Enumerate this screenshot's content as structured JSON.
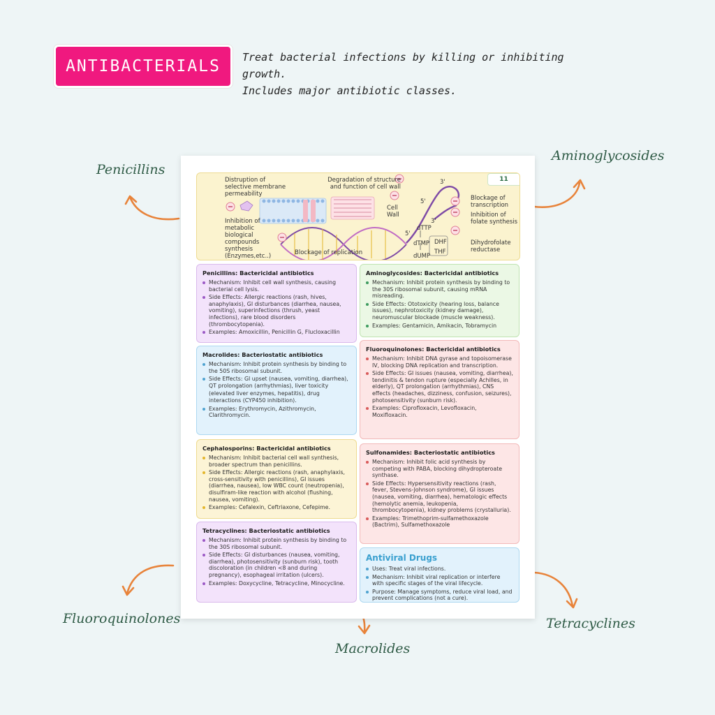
{
  "header": {
    "badge": "ANTIBACTERIALS",
    "tagline_line1": "Treat bacterial infections by killing or inhibiting growth.",
    "tagline_line2": "Includes major antibiotic classes."
  },
  "callouts": {
    "penicillins": "Penicillins",
    "aminoglycosides": "Aminoglycosides",
    "fluoroquinolones": "Fluoroquinolones",
    "macrolides": "Macrolides",
    "tetracyclines": "Tetracyclines"
  },
  "figure": {
    "page_number": "11",
    "labels": {
      "membrane": "Distruption of selective membrane permeability",
      "cell_wall_deg": "Degradation of structure and function of cell wall",
      "metabolic": "Inhibition of metabolic biological compounds synthesis (Enzymes,etc..)",
      "cell_wall": "Cell Wall",
      "transcription": "Blockage of transcription",
      "folate": "Inhibition of folate synthesis",
      "dhfr": "Dihydrofolate reductase",
      "replication": "Blockage of replication",
      "three_prime_a": "3'",
      "three_prime_b": "3'",
      "five_prime_a": "5'",
      "five_prime_b": "5'",
      "dttp": "dTTP",
      "dtmp": "dTMP",
      "dump": "dUMP",
      "dhf": "DHF",
      "thf": "THF"
    }
  },
  "cards": {
    "penicillins": {
      "title": "Penicillins: Bactericidal antibiotics",
      "items": [
        "Mechanism: Inhibit cell wall synthesis, causing bacterial cell lysis.",
        "Side Effects: Allergic reactions (rash, hives, anaphylaxis), GI disturbances (diarrhea, nausea, vomiting), superinfections (thrush, yeast infections), rare blood disorders (thrombocytopenia).",
        "Examples: Amoxicillin, Penicillin G, Flucloxacillin"
      ]
    },
    "aminoglycosides": {
      "title": "Aminoglycosides: Bactericidal antibiotics",
      "items": [
        "Mechanism: Inhibit protein synthesis by binding to the 30S ribosomal subunit, causing mRNA misreading.",
        "Side Effects: Ototoxicity (hearing loss, balance issues), nephrotoxicity (kidney damage), neuromuscular blockade (muscle weakness).",
        "Examples: Gentamicin, Amikacin, Tobramycin"
      ]
    },
    "macrolides": {
      "title": "Macrolides: Bacteriostatic antibiotics",
      "items": [
        "Mechanism: Inhibit protein synthesis by binding to the 50S ribosomal subunit.",
        "Side Effects: GI upset (nausea, vomiting, diarrhea), QT prolongation (arrhythmias), liver toxicity",
        "Examples: Erythromycin, Azithromycin, Clarithromycin."
      ],
      "extra": "(elevated liver enzymes, hepatitis), drug interactions (CYP450 inhibition)."
    },
    "fluoroquinolones": {
      "title": "Fluoroquinolones: Bactericidal antibiotics",
      "items": [
        "Mechanism: Inhibit DNA gyrase and topoisomerase IV, blocking DNA replication and transcription.",
        "Side Effects: GI issues (nausea, vomiting, diarrhea), tendinitis & tendon rupture (especially Achilles, in elderly), QT prolongation (arrhythmias), CNS effects (headaches, dizziness, confusion, seizures), photosensitivity (sunburn risk).",
        "Examples: Ciprofloxacin, Levofloxacin, Moxifloxacin."
      ]
    },
    "cephalosporins": {
      "title": "Cephalosporins: Bactericidal antibiotics",
      "items": [
        "Mechanism: Inhibit bacterial cell wall synthesis, broader spectrum than penicillins.",
        "Side Effects: Allergic reactions (rash, anaphylaxis, cross-sensitivity with penicillins), GI issues (diarrhea, nausea), low WBC count (neutropenia), disulfiram-like reaction with alcohol (flushing, nausea, vomiting).",
        "Examples: Cefalexin, Ceftriaxone, Cefepime."
      ]
    },
    "sulfonamides": {
      "title": "Sulfonamides: Bacteriostatic antibiotics",
      "items": [
        "Mechanism: Inhibit folic acid synthesis by competing with PABA, blocking dihydropteroate synthase.",
        "Side Effects: Hypersensitivity reactions (rash, fever, Stevens-Johnson syndrome), GI issues (nausea, vomiting, diarrhea), hematologic effects (hemolytic anemia, leukopenia, thrombocytopenia), kidney problems (crystalluria).",
        "Examples: Trimethoprim-sulfamethoxazole (Bactrim), Sulfamethoxazole"
      ]
    },
    "tetracyclines": {
      "title": "Tetracyclines: Bacteriostatic antibiotics",
      "items": [
        "Mechanism: Inhibit protein synthesis by binding to the 30S ribosomal subunit.",
        "Side Effects: GI disturbances (nausea, vomiting, diarrhea), photosensitivity (sunburn risk), tooth discoloration (in children <8 and during pregnancy), esophageal irritation (ulcers).",
        "Examples: Doxycycline, Tetracycline, Minocycline."
      ]
    },
    "antiviral": {
      "title": "Antiviral Drugs",
      "items": [
        "Uses: Treat viral infections.",
        "Mechanism: Inhibit viral replication or interfere with specific stages of the viral lifecycle.",
        "Purpose: Manage symptoms, reduce viral load, and prevent complications (not a cure)."
      ]
    }
  },
  "colors": {
    "badge": "#f0197f",
    "callout_text": "#2e5a45",
    "arrow": "#e8833a"
  }
}
